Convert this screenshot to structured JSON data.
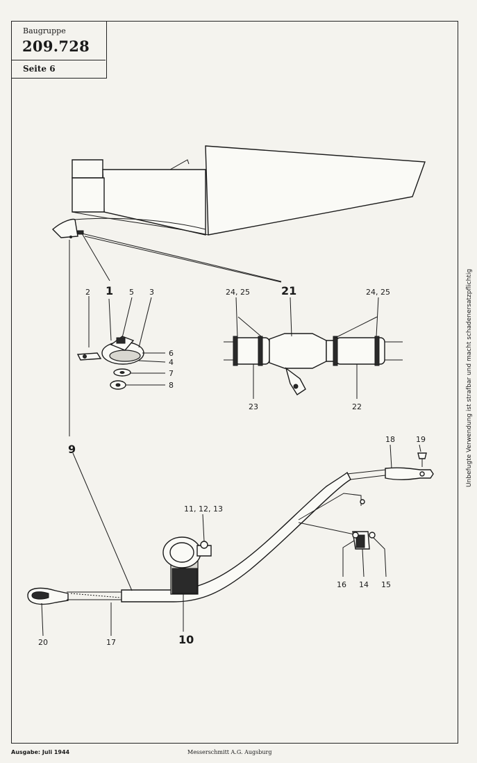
{
  "header": {
    "group_label": "Baugruppe",
    "group_number": "209.728",
    "page_label": "Seite 6"
  },
  "side_note": "Unbefugte Verwendung ist strafbar und macht schadenersatzpflichtig",
  "footer": {
    "edition": "Ausgabe: Juli 1944",
    "publisher": "Messerschmitt A.G. Augsburg"
  },
  "callouts": {
    "c1": "1",
    "c2": "2",
    "c3": "3",
    "c4": "4",
    "c5": "5",
    "c6": "6",
    "c7": "7",
    "c8": "8",
    "c9": "9",
    "c10": "10",
    "c11_13": "11, 12, 13",
    "c14": "14",
    "c15": "15",
    "c16": "16",
    "c17": "17",
    "c18": "18",
    "c19": "19",
    "c20": "20",
    "c21": "21",
    "c22": "22",
    "c23": "23",
    "c24_25a": "24, 25",
    "c24_25b": "24, 25"
  }
}
